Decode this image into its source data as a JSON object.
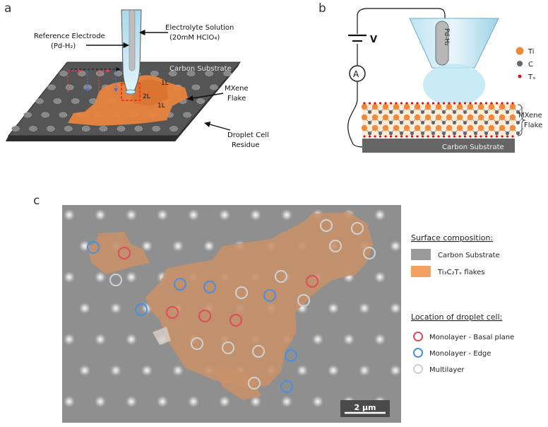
{
  "panel_a": {
    "letter": "a",
    "ref_electrode_label": "Reference Electrode",
    "ref_electrode_formula": "(Pd-H₂)",
    "electrolyte_label": "Electrolyte Solution",
    "electrolyte_formula": "(20mM HClO₄)",
    "substrate_label": "Carbon Substrate",
    "flake_label_line1": "MXene",
    "flake_label_line2": "Flake",
    "residue_label_line1": "Droplet Cell",
    "residue_label_line2": "Residue",
    "layer_1l_top": "1L",
    "layer_2l": "2L",
    "layer_1l_bottom": "1L",
    "colors": {
      "substrate": "#4a4a4a",
      "flake": "#e88a4a",
      "highlight": "#ee3b1a",
      "electrolyte": "#a8d8ea"
    }
  },
  "panel_b": {
    "letter": "b",
    "voltage_label": "V",
    "ammeter_label": "A",
    "electrode_label": "Pd-H₂",
    "legend": [
      {
        "symbol": "Ti",
        "color": "#f08a3a"
      },
      {
        "symbol": "C",
        "color": "#666666"
      },
      {
        "symbol": "Tₓ",
        "color": "#e01010"
      }
    ],
    "flake_label_line1": "MXene",
    "flake_label_line2": "Flake",
    "substrate_label": "Carbon Substrate"
  },
  "panel_c": {
    "letter": "c",
    "scale_bar": "2 μm",
    "legend_title_1": "Surface composition:",
    "surface_items": [
      {
        "label": "Carbon Substrate",
        "color": "#9a9a9a"
      },
      {
        "label": "Ti₃C₂Tₓ flakes",
        "color": "#f6a062"
      }
    ],
    "legend_title_2": "Location of droplet cell:",
    "location_items": [
      {
        "label": "Monolayer - Basal plane",
        "color": "#e04a5a"
      },
      {
        "label": "Monolayer - Edge",
        "color": "#4a8ee0"
      },
      {
        "label": "Multilayer",
        "color": "#cfcfcf"
      }
    ]
  }
}
